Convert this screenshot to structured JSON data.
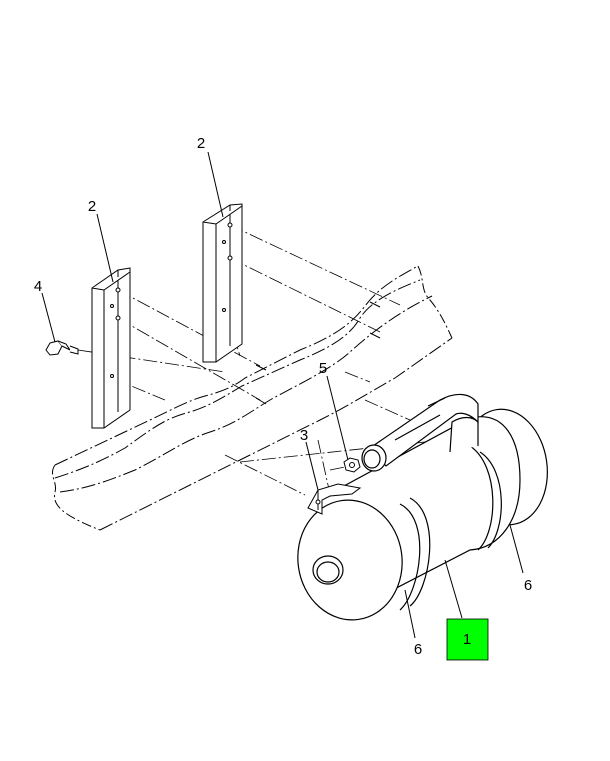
{
  "callouts": {
    "c1": "1",
    "c2a": "2",
    "c2b": "2",
    "c3": "3",
    "c4": "4",
    "c5": "5",
    "c6a": "6",
    "c6b": "6"
  },
  "colors": {
    "line": "#000000",
    "highlight": "#00ff00",
    "background": "#ffffff"
  }
}
